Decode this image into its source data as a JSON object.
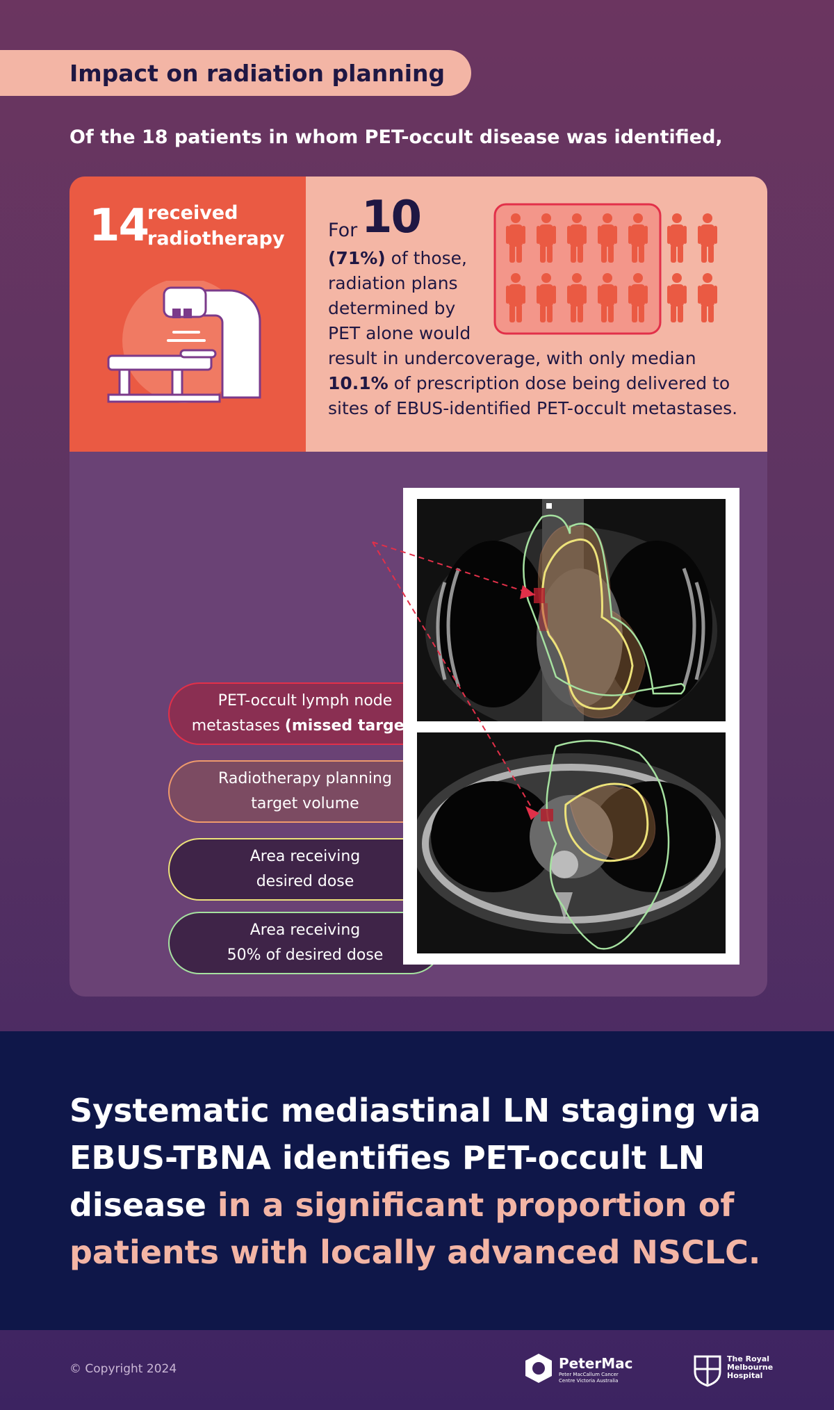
{
  "header": {
    "section_title": "Impact on radiation planning",
    "intro": "Of the 18 patients in whom PET-occult disease was identified,"
  },
  "left_card": {
    "number": "14",
    "label": "received radiotherapy",
    "icon": "radiotherapy-machine-icon"
  },
  "right_card": {
    "for": "For",
    "number": "10",
    "percent": "(71%)",
    "text_1": " of those,",
    "text_2": "radiation plans determined by PET alone would",
    "text_3": "result in undercoverage, with only median",
    "median": "10.1%",
    "text_4": " of prescription dose being delivered to sites of EBUS-identified PET-occult metastases.",
    "people_total": 14,
    "people_highlighted": 10,
    "icon": "person-icon"
  },
  "legend": {
    "missed_line1": "PET-occult lymph node",
    "missed_line2_plain": "metastases ",
    "missed_line2_bold": "(missed target)",
    "ptv_line1": "Radiotherapy planning",
    "ptv_line2": "target volume",
    "desired_line1": "Area receiving",
    "desired_line2": "desired dose",
    "half_line1": "Area receiving",
    "half_line2": "50% of desired dose"
  },
  "colors": {
    "missed": "#e23049",
    "ptv": "#ef9a6c",
    "desired": "#ede27a",
    "half": "#a6e1a0",
    "accent": "#f3b5a5",
    "navy": "#0f1749"
  },
  "conclusion": {
    "white_1": "Systematic mediastinal LN staging via EBUS-TBNA identifies PET-occult LN disease",
    "highlight": " in a significant proportion of patients with locally advanced NSCLC."
  },
  "footer": {
    "copyright": "© Copyright 2024",
    "petermac_name": "PeterMac",
    "petermac_sub": "Peter MacCallum Cancer Centre Victoria Australia",
    "rmh_name": "The Royal Melbourne Hospital"
  }
}
